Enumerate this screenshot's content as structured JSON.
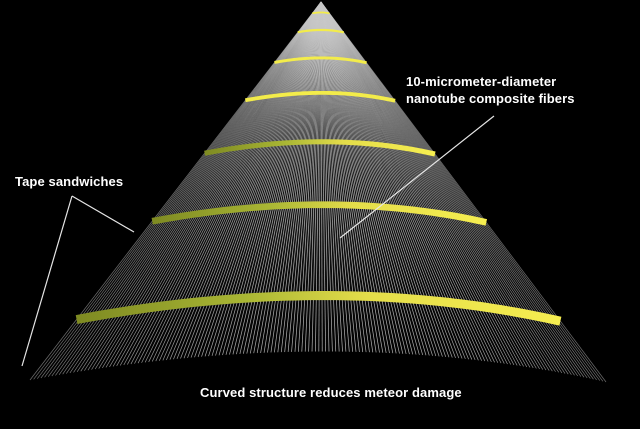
{
  "diagram": {
    "labels": {
      "fibers_line1": "10-micrometer-diameter",
      "fibers_line2": "nanotube composite fibers",
      "tape": "Tape sandwiches",
      "curved": "Curved structure reduces meteor damage"
    },
    "colors": {
      "background": "#000000",
      "fiber": "#c8c8c8",
      "tape_light": "#f3ec4a",
      "tape_dark": "#9aa52a",
      "leader_line": "#e6e6e6"
    }
  }
}
